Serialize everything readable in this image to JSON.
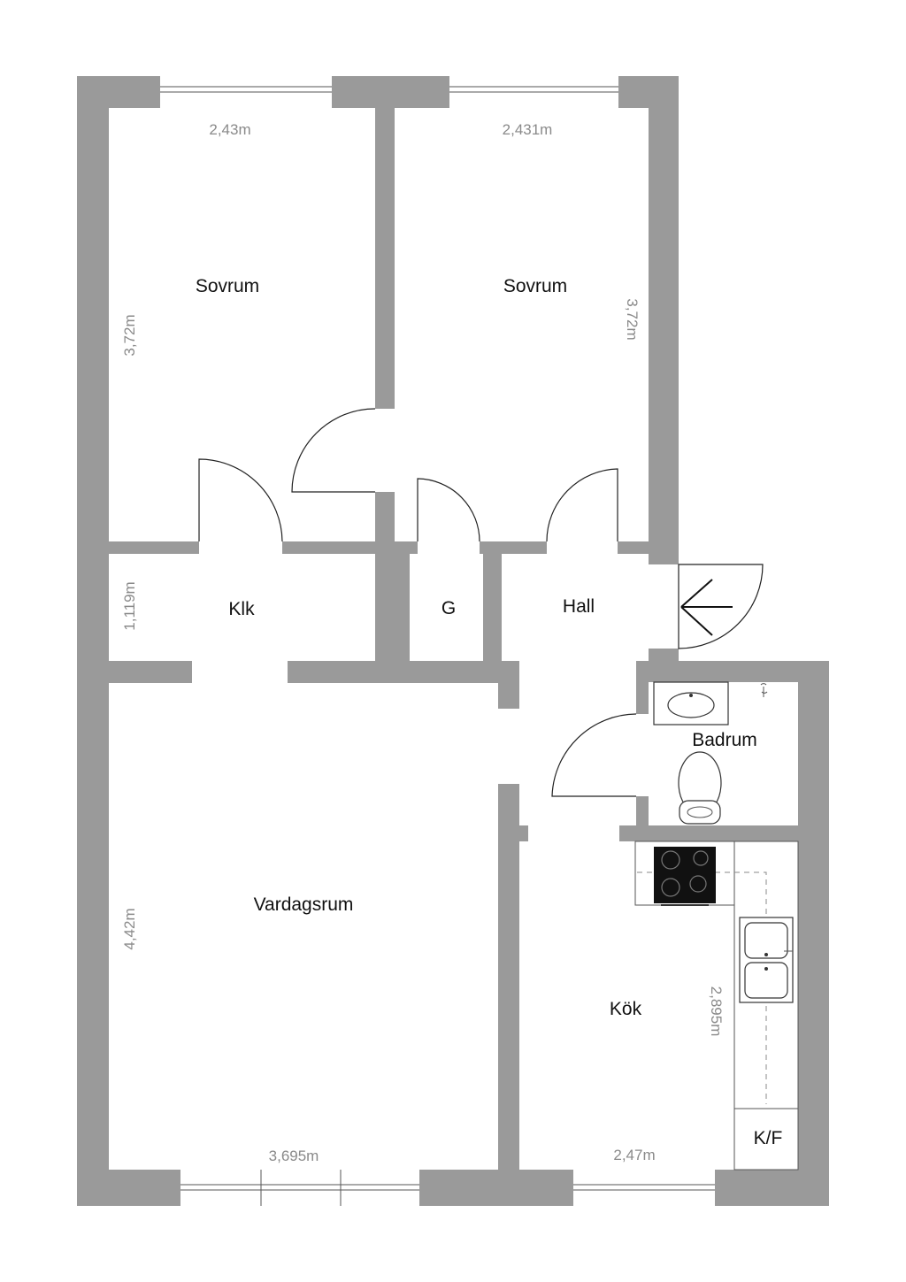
{
  "colors": {
    "wall": "#9a9a9a",
    "background": "#ffffff",
    "stove": "#111111"
  },
  "rooms": {
    "sovrum_1": "Sovrum",
    "sovrum_2": "Sovrum",
    "klk": "Klk",
    "g": "G",
    "hall": "Hall",
    "badrum": "Badrum",
    "vardagsrum": "Vardagsrum",
    "kok": "Kök",
    "kf": "K/F"
  },
  "dimensions": {
    "sovrum_1_width": "2,43m",
    "sovrum_1_height": "3,72m",
    "sovrum_2_width": "2,431m",
    "sovrum_2_height": "3,72m",
    "klk_height": "1,119m",
    "vardagsrum_height": "4,42m",
    "vardagsrum_width": "3,695m",
    "kok_width": "2,47m",
    "kok_height": "2,895m"
  },
  "icons": [
    "entrance-arrow-icon",
    "door-swing-icon",
    "sink-icon",
    "toilet-icon",
    "stove-icon",
    "double-sink-icon",
    "window-icon"
  ]
}
